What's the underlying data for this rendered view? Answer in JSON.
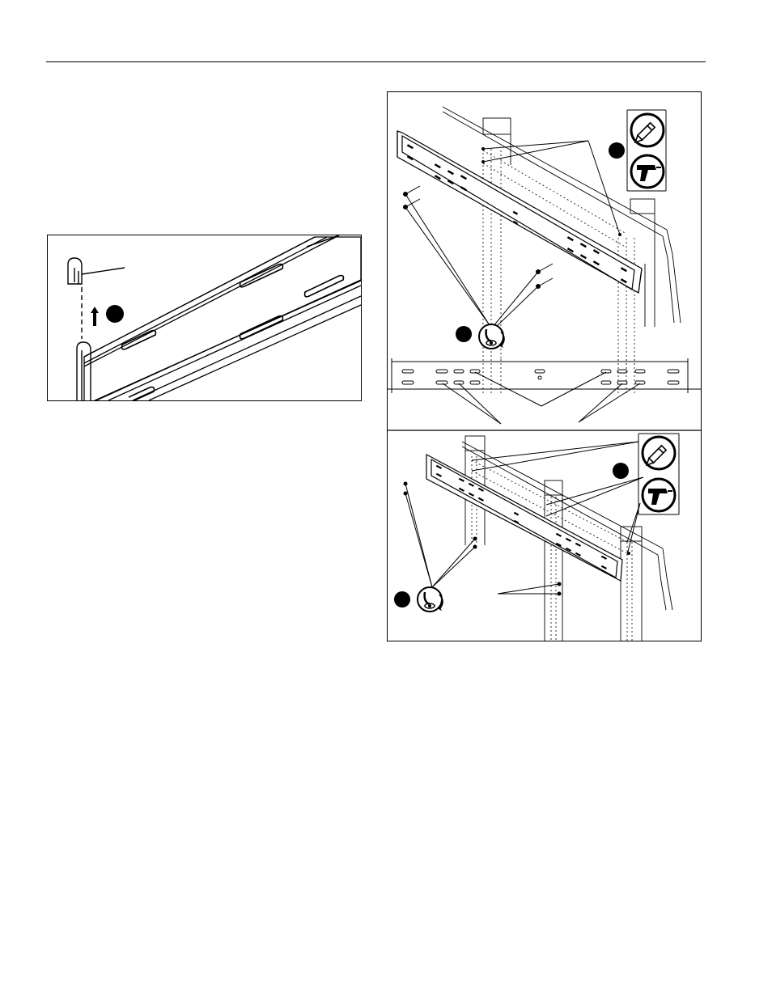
{
  "page": {
    "background": "#ffffff",
    "ink": "#000000"
  },
  "figures": {
    "end_cap_detail": {
      "icons": [
        "end-cap",
        "lift-arrow-icon",
        "step-marker"
      ]
    },
    "stud_mount_top": {
      "icons": [
        "pencil-icon",
        "drill-icon",
        "wrench-screw-icon",
        "step-marker"
      ]
    },
    "stud_mount_bottom": {
      "icons": [
        "pencil-icon",
        "drill-icon",
        "wrench-screw-icon",
        "step-marker"
      ]
    }
  }
}
